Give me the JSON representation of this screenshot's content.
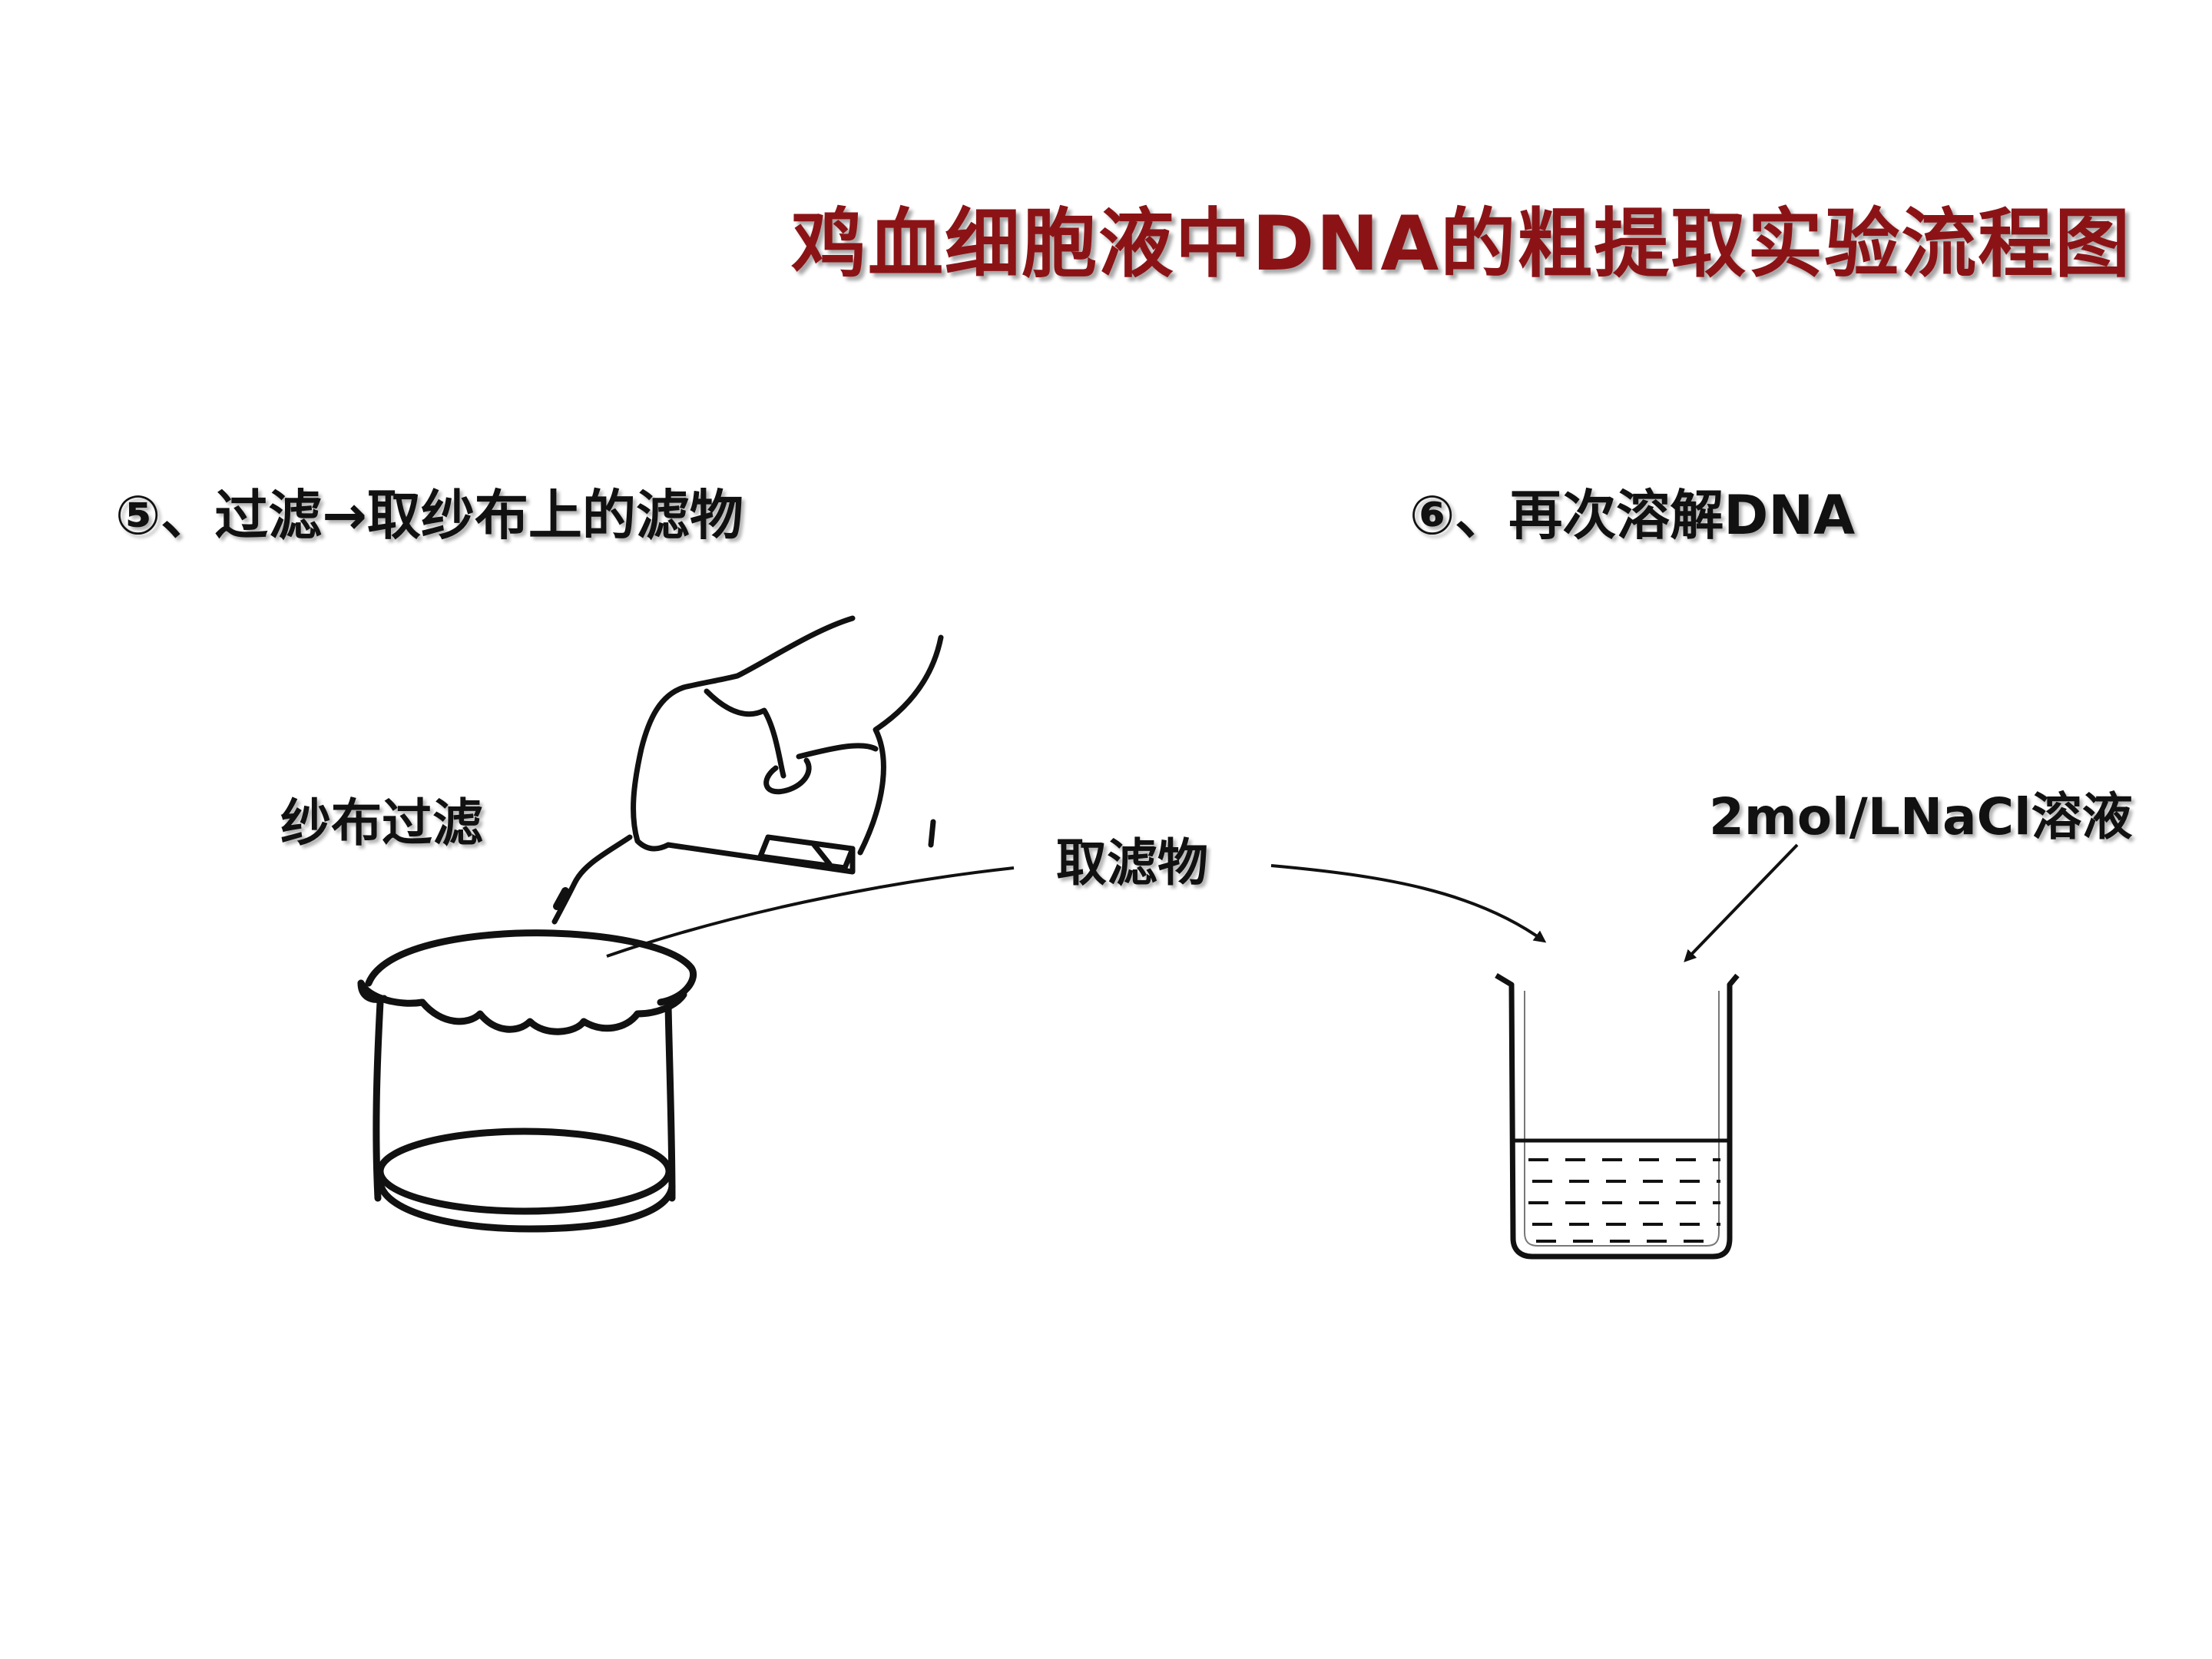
{
  "title": "鸡血细胞液中DNA的粗提取实验流程图",
  "steps": [
    {
      "label": "⑤、过滤→取纱布上的滤物"
    },
    {
      "label": "⑥、再次溶解DNA"
    }
  ],
  "labels": {
    "gauze_filter": "纱布过滤",
    "filtrate": "取滤物",
    "nacl_solution": "2mol/LNaCl溶液"
  },
  "colors": {
    "title": "#8b1316",
    "text": "#111111",
    "line": "#111111"
  }
}
